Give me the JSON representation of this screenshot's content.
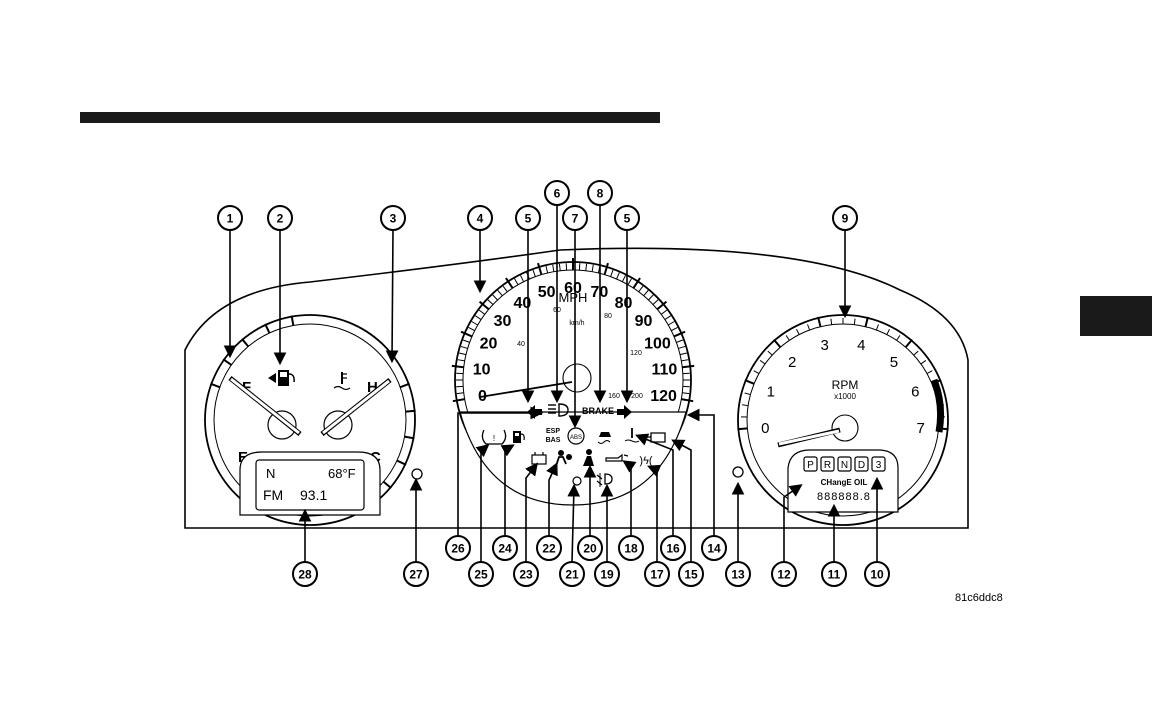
{
  "figure_code": "81c6ddc8",
  "callouts": [
    "1",
    "2",
    "3",
    "4",
    "5",
    "6",
    "7",
    "8",
    "5",
    "9",
    "10",
    "11",
    "12",
    "13",
    "14",
    "15",
    "16",
    "17",
    "18",
    "19",
    "20",
    "21",
    "22",
    "23",
    "24",
    "25",
    "26",
    "27",
    "28"
  ],
  "fuel_gauge": {
    "full": "F",
    "empty": "E"
  },
  "temp_gauge": {
    "hot": "H",
    "cold": "C"
  },
  "radio_display": {
    "line1_left": "N",
    "line1_right": "68°F",
    "line2_left": "FM",
    "line2_right": "93.1"
  },
  "speedometer": {
    "unit": "MPH",
    "unit_metric": "km/h",
    "mph_labels": [
      "0",
      "10",
      "20",
      "30",
      "40",
      "50",
      "60",
      "70",
      "80",
      "90",
      "100",
      "110",
      "120"
    ],
    "kmh_labels": [
      "40",
      "60",
      "80",
      "120",
      "160",
      "200"
    ]
  },
  "warning_labels": {
    "brake": "BRAKE",
    "esp": "ESP",
    "bas": "BAS",
    "abs": "ABS"
  },
  "tachometer": {
    "unit": "RPM",
    "multiplier": "x1000",
    "labels": [
      "0",
      "1",
      "2",
      "3",
      "4",
      "5",
      "6",
      "7"
    ]
  },
  "gear_indicator": [
    "P",
    "R",
    "N",
    "D",
    "3"
  ],
  "odometer": {
    "message": "CHangE OIL",
    "digits": "888888.8"
  },
  "colors": {
    "line": "#000000",
    "bar": "#1a1a1a",
    "background": "#ffffff"
  }
}
